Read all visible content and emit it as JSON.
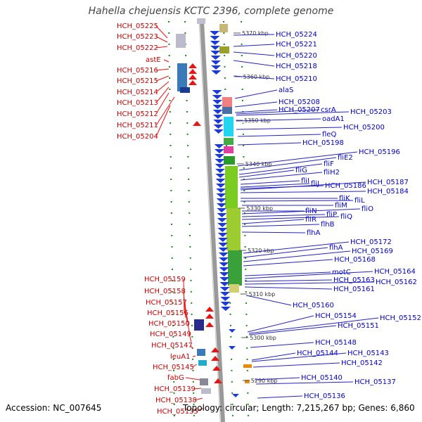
{
  "title": "Hahella chejuensis KCTC 2396, complete genome",
  "accession": "Accession: NC_007645",
  "topology": "Topology: circular; Length: 7,215,267 bp; Genes: 6,860",
  "colors": {
    "left_labels": "#cc0000",
    "right_labels": "#0000cc",
    "backbone": "#999999",
    "grid": "#1a8c1a"
  },
  "kbp_ticks": [
    "5370 kbp",
    "5360 kbp",
    "5350 kbp",
    "5340 kbp",
    "5330 kbp",
    "5320 kbp",
    "5310 kbp",
    "5300 kbp",
    "5290 kbp"
  ],
  "left_genes": [
    "HCH_05225",
    "HCH_05223",
    "HCH_05222",
    "astE",
    "HCH_05216",
    "HCH_05215",
    "HCH_05214",
    "HCH_05213",
    "HCH_05212",
    "HCH_05211",
    "HCH_05204",
    "HCH_05159",
    "HCH_05158",
    "HCH_05157",
    "HCH_05156",
    "HCH_05150",
    "HCH_05149",
    "HCH_05147",
    "leuA1",
    "HCH_05145",
    "fabG",
    "HCH_05139",
    "HCH_05138",
    "HCH_05135"
  ],
  "right_genes": [
    "HCH_05224",
    "HCH_05221",
    "HCH_05220",
    "HCH_05218",
    "HCH_05210",
    "alaS",
    "HCH_05208",
    "HCH_05207",
    "csrA",
    "HCH_05203",
    "oadA1",
    "HCH_05200",
    "fleQ",
    "HCH_05198",
    "HCH_05196",
    "fliE2",
    "fliF",
    "fliG",
    "fliH2",
    "fliI",
    "fliJ",
    "HCH_05186",
    "HCH_05187",
    "HCH_05184",
    "fliK",
    "fliL",
    "fliM",
    "fliN",
    "fliO",
    "fliP",
    "fliQ",
    "fliR",
    "flhB",
    "flhA",
    "HCH_05172",
    "flhA",
    "HCH_05169",
    "HCH_05168",
    "motC",
    "HCH_05164",
    "HCH_05163",
    "HCH_05162",
    "HCH_05161",
    "HCH_05160",
    "HCH_05154",
    "HCH_05152",
    "HCH_05151",
    "HCH_05148",
    "HCH_05144",
    "HCH_05143",
    "HCH_05142",
    "HCH_05140",
    "HCH_05137",
    "HCH_05136"
  ]
}
